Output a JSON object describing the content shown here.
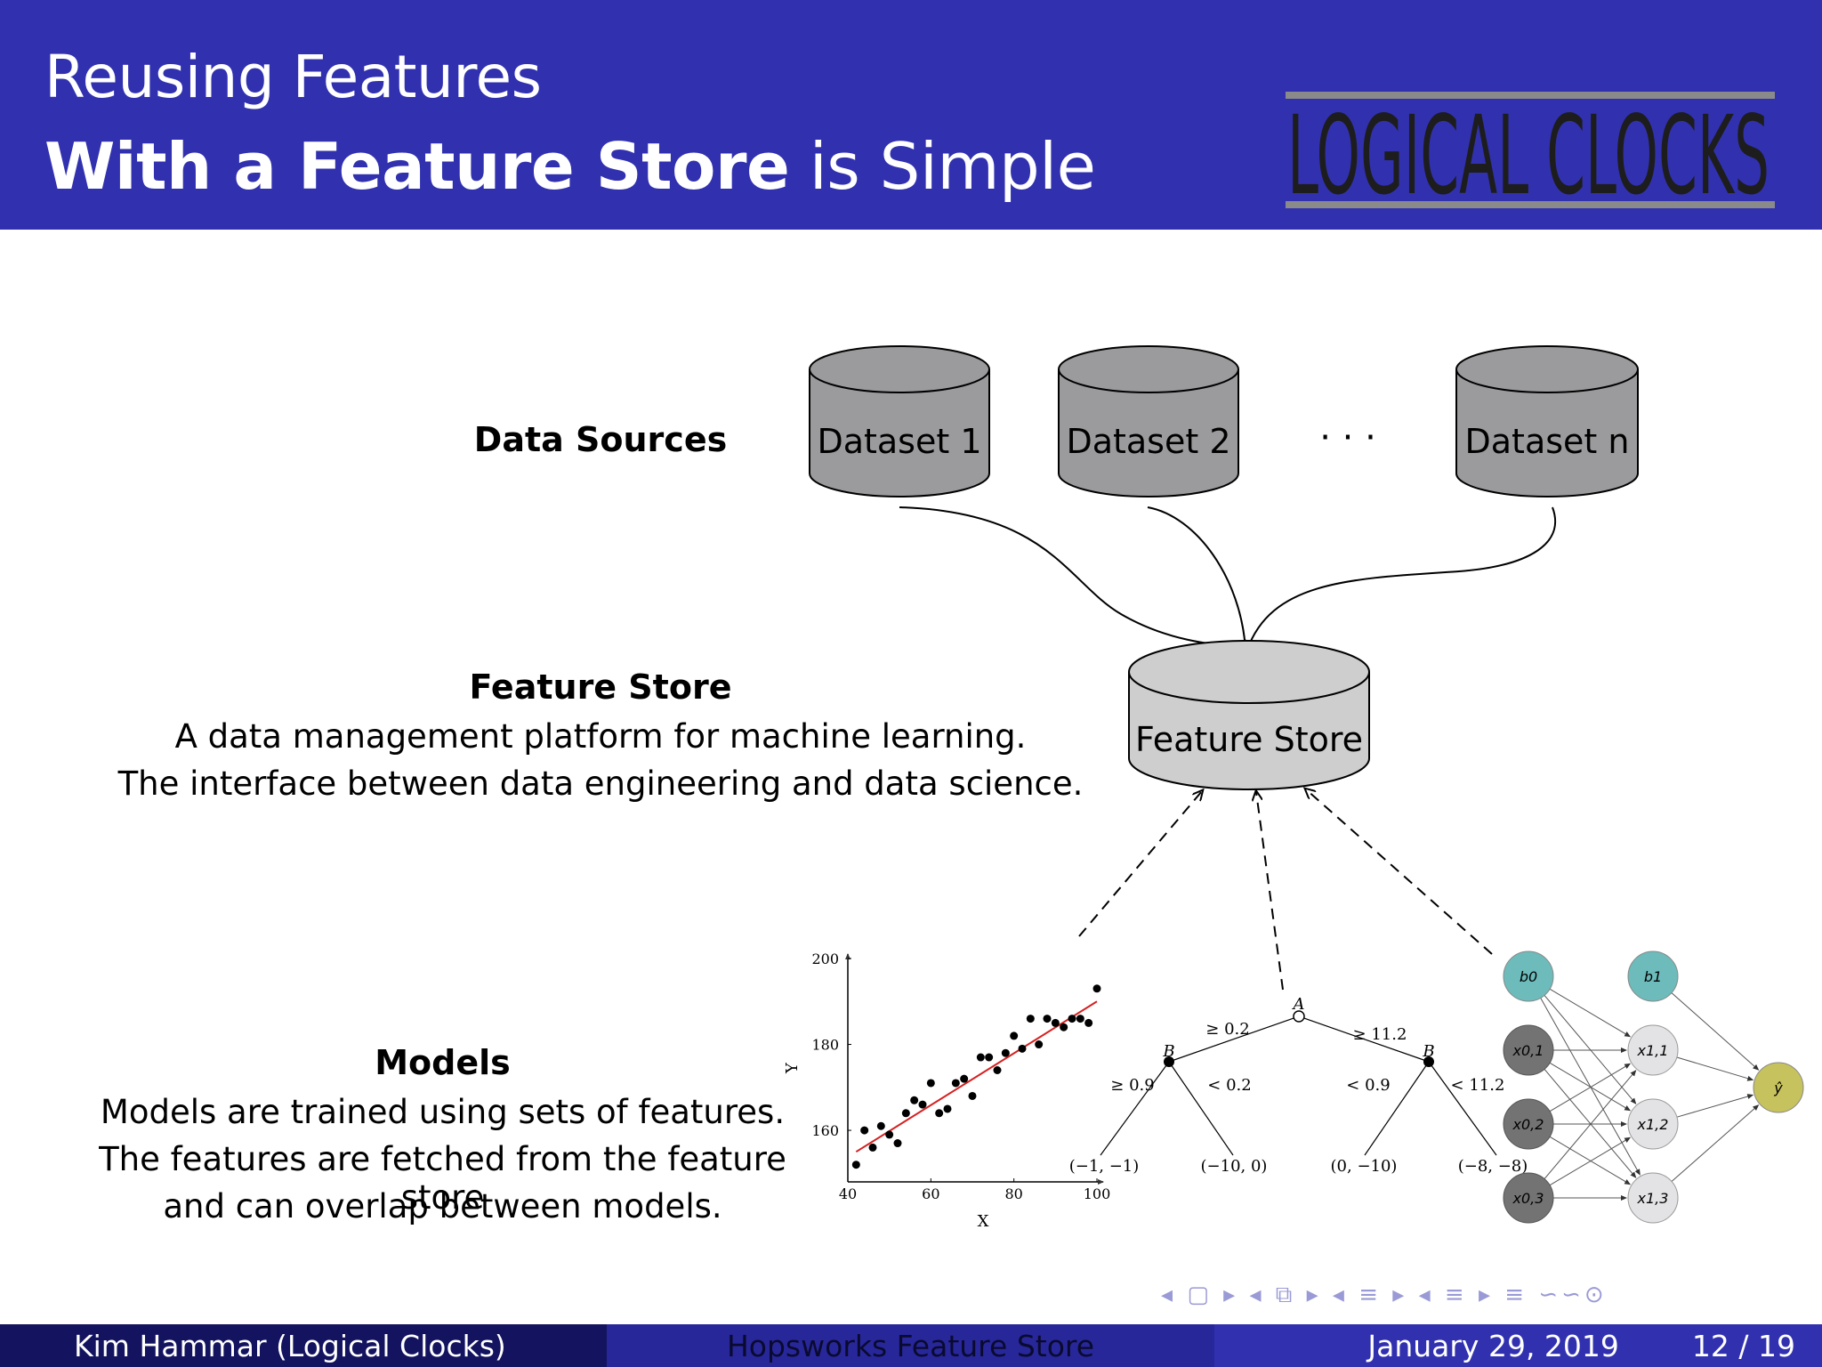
{
  "header": {
    "title_line1": "Reusing Features",
    "title_line2_bold": "With a Feature Store",
    "title_line2_rest": " is Simple",
    "logo_text": "LOGICAL CLOCKS"
  },
  "data_sources": {
    "heading": "Data Sources",
    "datasets": [
      "Dataset 1",
      "Dataset 2",
      "Dataset n"
    ],
    "ellipsis": "· · ·"
  },
  "feature_store": {
    "heading": "Feature Store",
    "desc_line1": "A data management platform for machine learning.",
    "desc_line2": "The interface between data engineering and data science.",
    "cylinder_label": "Feature Store"
  },
  "models": {
    "heading": "Models",
    "line1": "Models are trained using sets of features.",
    "line2": "The features are fetched from the feature store",
    "line3": "and can overlap between models."
  },
  "scatter": {
    "xlabel": "X",
    "ylabel": "Y",
    "xticks": [
      "40",
      "60",
      "80",
      "100"
    ],
    "yticks": [
      "160",
      "180",
      "200"
    ],
    "points": [
      [
        42,
        152
      ],
      [
        44,
        160
      ],
      [
        46,
        156
      ],
      [
        48,
        161
      ],
      [
        50,
        159
      ],
      [
        52,
        157
      ],
      [
        54,
        164
      ],
      [
        56,
        167
      ],
      [
        58,
        166
      ],
      [
        60,
        171
      ],
      [
        62,
        164
      ],
      [
        64,
        165
      ],
      [
        66,
        171
      ],
      [
        68,
        172
      ],
      [
        70,
        168
      ],
      [
        72,
        177
      ],
      [
        74,
        177
      ],
      [
        76,
        174
      ],
      [
        78,
        178
      ],
      [
        80,
        182
      ],
      [
        82,
        179
      ],
      [
        84,
        186
      ],
      [
        86,
        180
      ],
      [
        88,
        186
      ],
      [
        90,
        185
      ],
      [
        92,
        184
      ],
      [
        94,
        186
      ],
      [
        96,
        186
      ],
      [
        98,
        185
      ],
      [
        100,
        193
      ]
    ],
    "fit": [
      [
        42,
        155
      ],
      [
        100,
        190
      ]
    ]
  },
  "tree": {
    "root": "A",
    "left_node": "B",
    "right_node": "B",
    "edge_root_left": "≥ 0.2",
    "edge_root_right": "≥ 11.2",
    "edge_ll": "≥ 0.9",
    "edge_lr": "< 0.2",
    "edge_rl": "< 0.9",
    "edge_rr": "< 11.2",
    "leaves": [
      "(−1, −1)",
      "(−10, 0)",
      "(0, −10)",
      "(−8, −8)"
    ]
  },
  "nn": {
    "b0": "b0",
    "b1": "b1",
    "inputs": [
      "x0,1",
      "x0,2",
      "x0,3"
    ],
    "hidden": [
      "x1,1",
      "x1,2",
      "x1,3"
    ],
    "output": "ŷ"
  },
  "footer": {
    "author": "Kim Hammar  (Logical Clocks)",
    "title": "Hopsworks Feature Store",
    "date": "January 29, 2019",
    "page": "12 / 19"
  }
}
